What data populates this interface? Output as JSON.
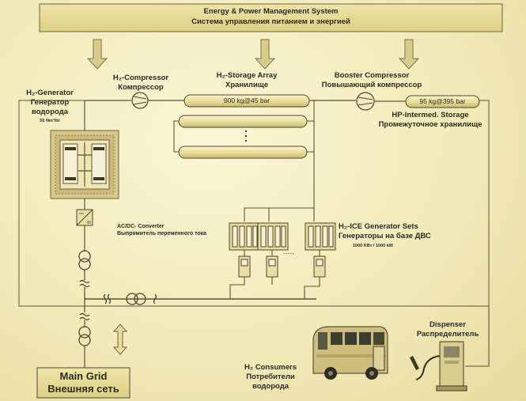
{
  "top_box": {
    "title_en": "Energy & Power Management System",
    "title_ru": "Система управления питанием и энергией"
  },
  "h2_generator": {
    "title_en": "H₂-Generator",
    "title_ru1": "Генератор",
    "title_ru2": "водорода",
    "rate": "50 Nm³/hr"
  },
  "h2_compressor": {
    "en": "H₂-Compressor",
    "ru": "Компрессор"
  },
  "h2_storage": {
    "en": "H₂-Storage Array",
    "ru": "Хранилище",
    "capacity": "900 kg@45 bar"
  },
  "booster_compressor": {
    "en": "Booster Compressor",
    "ru": "Повышающий компрессор"
  },
  "hp_storage": {
    "capacity": "95 kg@395 bar",
    "en": "HP-Intermed. Storage",
    "ru": "Промежуточное хранилище"
  },
  "converter": {
    "en": "AC/DC- Converter",
    "ru": "Выпрямитель переменного тока"
  },
  "ice_sets": {
    "en": "H₂-ICE Generator Sets",
    "ru": "Генераторы на базе ДВС",
    "rating": "1000 KBт / 1000 kW"
  },
  "dispenser": {
    "en": "Dispenser",
    "ru": "Распределитель"
  },
  "consumers": {
    "en": "H₂ Consumers",
    "ru1": "Потребители",
    "ru2": "водорода"
  },
  "main_grid": {
    "en": "Main Grid",
    "ru": "Внешняя сеть"
  },
  "ellipsis": "....."
}
